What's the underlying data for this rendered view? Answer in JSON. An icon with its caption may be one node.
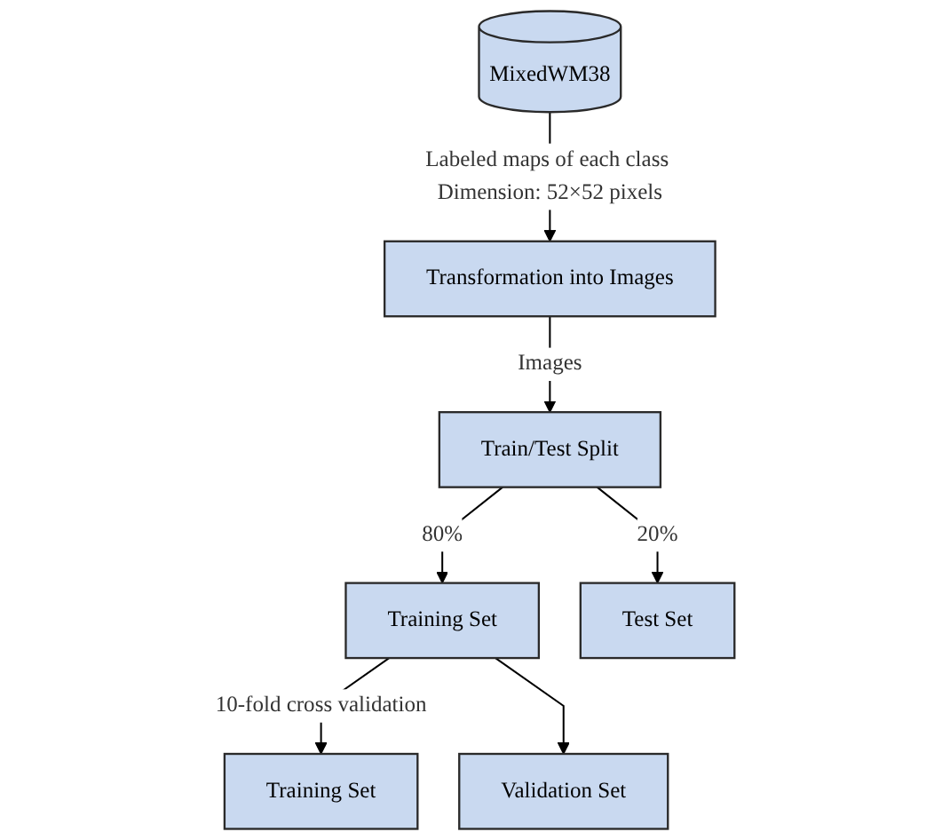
{
  "diagram": {
    "nodes": [
      {
        "text": [
          "MixedWM38"
        ]
      },
      {
        "text": [
          "Transformation into Images"
        ]
      },
      {
        "text": [
          "Train/Test Split"
        ]
      },
      {
        "text": [
          "Training Set"
        ]
      },
      {
        "text": [
          "Test Set"
        ]
      },
      {
        "text": [
          "Training Set"
        ]
      },
      {
        "text": [
          "Validation Set"
        ]
      }
    ],
    "edges": [
      {
        "from": 0,
        "to": 1,
        "arrow": "to",
        "label": "Labeled maps of each class Dimension: 52×52 pixels"
      },
      {
        "from": 1,
        "to": 2,
        "arrow": "to",
        "label": "Images"
      },
      {
        "from": 2,
        "to": 3,
        "arrow": "to",
        "label": "80%"
      },
      {
        "from": 2,
        "to": 4,
        "arrow": "to",
        "label": "20%"
      },
      {
        "from": 3,
        "to": 5,
        "arrow": "to",
        "label": "10-fold cross validation"
      },
      {
        "from": 3,
        "to": 6,
        "arrow": "to"
      }
    ]
  }
}
